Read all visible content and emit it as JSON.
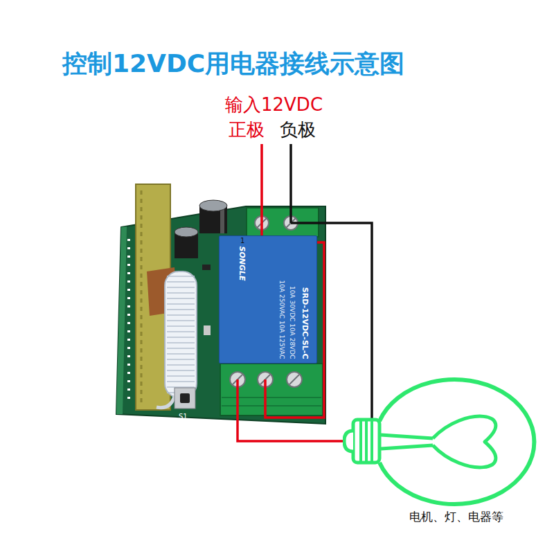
{
  "diagram": {
    "title": "控制12VDC用电器接线示意图",
    "nodes": [
      {
        "text": [
          "S1"
        ]
      },
      {
        "text": [
          "SONGLE",
          "10A 250VAC 10A 125VAC",
          "10A 30VDC 10A 28VDC",
          "SRD-12VDC-SL-C"
        ],
        "in": 0
      },
      {
        "text": [
          "电机、灯、电器等"
        ]
      }
    ],
    "edges": [
      {
        "from": 0,
        "to": 2,
        "arrow": "none"
      },
      {
        "from": 0,
        "to": 2,
        "arrow": "none"
      }
    ],
    "labels": [
      "输入12VDC",
      "正极",
      "负极",
      "1"
    ]
  }
}
